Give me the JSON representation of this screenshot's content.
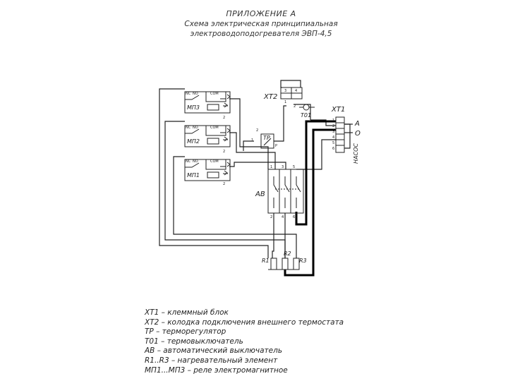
{
  "header": {
    "appendix": "ПРИЛОЖЕНИЕ А",
    "title_line1": "Схема электрическая принципиальная",
    "title_line2": "электроводоподогревателя ЭВП-4,5"
  },
  "diagram": {
    "relays": [
      {
        "label": "МП3",
        "nc": "NC",
        "no": "NO",
        "com": "COM",
        "pin2": "2"
      },
      {
        "label": "МП2",
        "nc": "NC",
        "no": "NO",
        "com": "COM",
        "pin2": "2"
      },
      {
        "label": "МП1",
        "nc": "NC",
        "no": "NO",
        "com": "COM",
        "pin2": "2"
      }
    ],
    "xt2": {
      "label": "ХТ2",
      "pin3": "3",
      "pin4": "4",
      "pin1": "1",
      "pin2": "2"
    },
    "t01": {
      "label": "Т01"
    },
    "xt1": {
      "label": "ХТ1",
      "pins": [
        "1",
        "2",
        "3",
        "4",
        "5",
        "6"
      ],
      "terminal_a": "А",
      "terminal_o": "О",
      "pump": "НАСОС"
    },
    "thermoregulator": {
      "label": "ТР",
      "p": "Р",
      "pin1": "1",
      "pin2": "2"
    },
    "breaker": {
      "label": "АВ",
      "top_pins": [
        "1",
        "3",
        "5"
      ],
      "bottom_pins": [
        "2",
        "4",
        "6"
      ]
    },
    "heaters": {
      "r1": "R1",
      "r2": "R2",
      "r3": "R3"
    }
  },
  "legend": [
    "ХТ1 – клеммный блок",
    "ХТ2 – колодка подключения внешнего термостата",
    "ТР  – терморегулятор",
    "Т01 – термовыключатель",
    "АВ – автоматический выключатель",
    "R1..R3 – нагревательный элемент",
    "МП1...МП3 – реле электромагнитное"
  ]
}
